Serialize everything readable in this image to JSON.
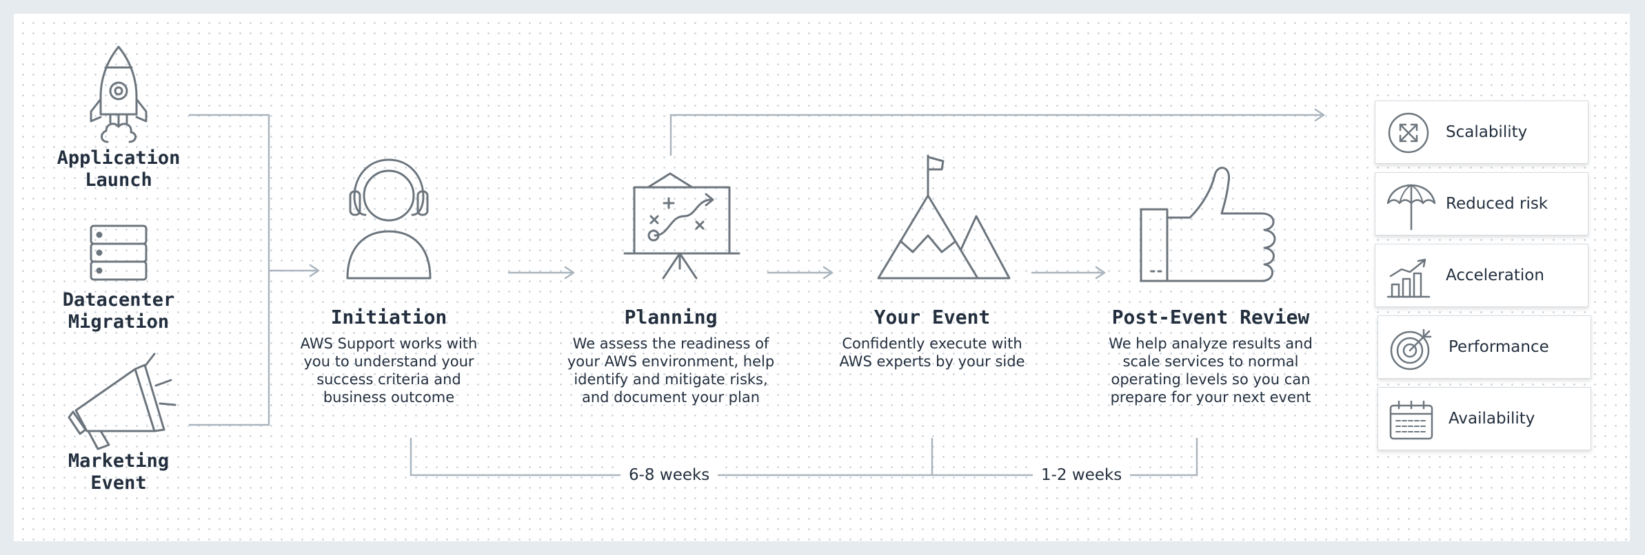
{
  "sources": [
    {
      "label_line1": "Application",
      "label_line2": "Launch",
      "icon": "rocket-icon"
    },
    {
      "label_line1": "Datacenter",
      "label_line2": "Migration",
      "icon": "server-icon"
    },
    {
      "label_line1": "Marketing",
      "label_line2": "Event",
      "icon": "megaphone-icon"
    }
  ],
  "phases": [
    {
      "title": "Initiation",
      "description": "AWS Support works with you to understand your success criteria and business outcome",
      "icon": "headset-person-icon"
    },
    {
      "title": "Planning",
      "description": "We assess the readiness of your AWS environment, help identify and mitigate risks, and document your plan",
      "icon": "strategy-board-icon"
    },
    {
      "title": "Your Event",
      "description": "Confidently execute with AWS experts by your side",
      "icon": "mountain-flag-icon"
    },
    {
      "title": "Post-Event Review",
      "description": "We help analyze results and scale services to normal operating levels so you can prepare for your next event",
      "icon": "thumbs-up-icon"
    }
  ],
  "durations": [
    {
      "label": "6-8 weeks"
    },
    {
      "label": "1-2 weeks"
    }
  ],
  "outcomes": [
    {
      "label": "Scalability",
      "icon": "scale-arrows-icon"
    },
    {
      "label": "Reduced risk",
      "icon": "umbrella-icon"
    },
    {
      "label": "Acceleration",
      "icon": "growth-chart-icon"
    },
    {
      "label": "Performance",
      "icon": "target-icon"
    },
    {
      "label": "Availability",
      "icon": "calendar-icon"
    }
  ],
  "colors": {
    "background": "#e6ebef",
    "panel": "#ffffff",
    "icon_stroke": "#6c757d",
    "connector": "#aab4bd",
    "text": "#232f3e"
  }
}
